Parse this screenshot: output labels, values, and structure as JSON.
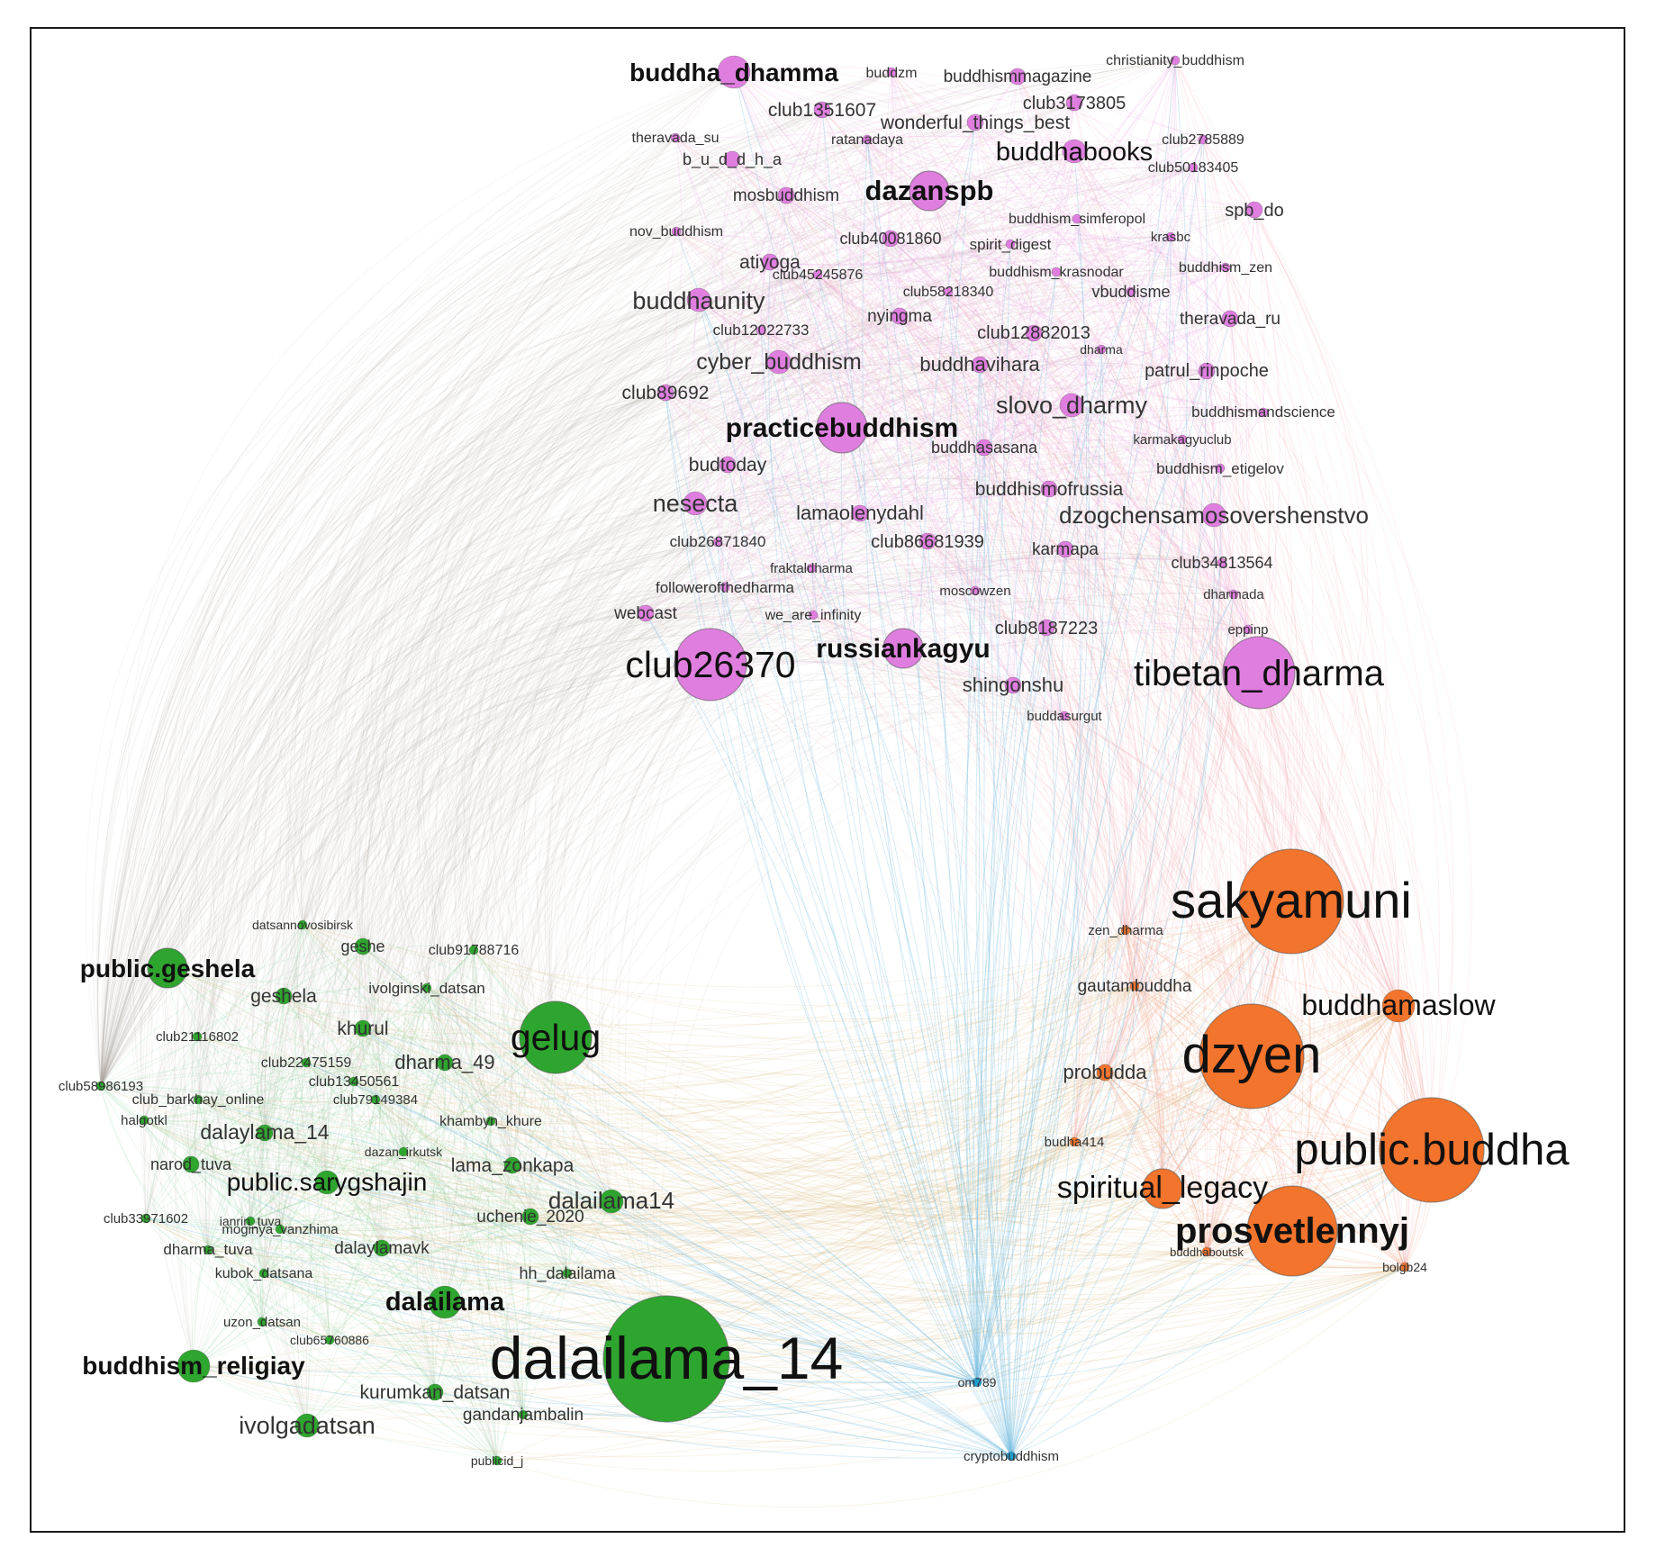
{
  "communities": {
    "purple": {
      "node": "#e07ee0",
      "edge": "#e8a6e6"
    },
    "grey": {
      "node": "#b9b3a8",
      "edge": "#b0aba0"
    },
    "green": {
      "node": "#2ea52e",
      "edge": "#7fcf8f"
    },
    "orange": {
      "node": "#f3742c",
      "edge": "#f2a07a"
    },
    "pink": {
      "edge": "#f49aa6"
    },
    "tan": {
      "edge": "#d9ba7e"
    },
    "blue": {
      "node": "#1f9fd0",
      "edge": "#7cc0e0"
    }
  },
  "nodes": [
    {
      "id": "buddha_dhamma",
      "c": "purple",
      "s": 4,
      "bold": true
    },
    {
      "id": "buddzm",
      "c": "purple",
      "s": 1
    },
    {
      "id": "buddhismmagazine",
      "c": "purple",
      "s": 2
    },
    {
      "id": "christianity_buddhism",
      "c": "purple",
      "s": 1
    },
    {
      "id": "club1351607",
      "c": "purple",
      "s": 2
    },
    {
      "id": "wonderful_things_best",
      "c": "purple",
      "s": 2
    },
    {
      "id": "club3173805",
      "c": "purple",
      "s": 2
    },
    {
      "id": "theravada_su",
      "c": "purple",
      "s": 1
    },
    {
      "id": "ratanadaya",
      "c": "purple",
      "s": 1
    },
    {
      "id": "club2785889",
      "c": "purple",
      "s": 1
    },
    {
      "id": "b_u_d_d_h_a",
      "c": "purple",
      "s": 2
    },
    {
      "id": "buddhabooks",
      "c": "purple",
      "s": 3
    },
    {
      "id": "club50183405",
      "c": "purple",
      "s": 1
    },
    {
      "id": "mosbuddhism",
      "c": "purple",
      "s": 2
    },
    {
      "id": "dazanspb",
      "c": "purple",
      "s": 5,
      "bold": true
    },
    {
      "id": "spb_do",
      "c": "purple",
      "s": 2
    },
    {
      "id": "nov_buddhism",
      "c": "purple",
      "s": 1
    },
    {
      "id": "club40081860",
      "c": "purple",
      "s": 2
    },
    {
      "id": "buddhism_simferopol",
      "c": "purple",
      "s": 1
    },
    {
      "id": "spirit_digest",
      "c": "purple",
      "s": 1
    },
    {
      "id": "krasbc",
      "c": "purple",
      "s": 1
    },
    {
      "id": "atiyoga",
      "c": "purple",
      "s": 2
    },
    {
      "id": "club45245876",
      "c": "purple",
      "s": 1
    },
    {
      "id": "buddhism_krasnodar",
      "c": "purple",
      "s": 1
    },
    {
      "id": "buddhism_zen",
      "c": "purple",
      "s": 1
    },
    {
      "id": "club58218340",
      "c": "purple",
      "s": 1
    },
    {
      "id": "vbuddisme",
      "c": "purple",
      "s": 1
    },
    {
      "id": "buddhaunity",
      "c": "purple",
      "s": 3
    },
    {
      "id": "nyingma",
      "c": "purple",
      "s": 2
    },
    {
      "id": "theravada_ru",
      "c": "purple",
      "s": 2
    },
    {
      "id": "club12022733",
      "c": "purple",
      "s": 1
    },
    {
      "id": "club12882013",
      "c": "purple",
      "s": 2
    },
    {
      "id": "dharma",
      "c": "purple",
      "s": 1
    },
    {
      "id": "cyber_buddhism",
      "c": "purple",
      "s": 3
    },
    {
      "id": "buddhavihara",
      "c": "purple",
      "s": 2
    },
    {
      "id": "patrul_rinpoche",
      "c": "purple",
      "s": 2
    },
    {
      "id": "club89692",
      "c": "purple",
      "s": 2
    },
    {
      "id": "slovo_dharmy",
      "c": "purple",
      "s": 3
    },
    {
      "id": "buddhismandscience",
      "c": "purple",
      "s": 1
    },
    {
      "id": "practicebuddhism",
      "c": "purple",
      "s": 6,
      "bold": true
    },
    {
      "id": "karmakagyuclub",
      "c": "purple",
      "s": 1
    },
    {
      "id": "buddhasasana",
      "c": "purple",
      "s": 2
    },
    {
      "id": "budtoday",
      "c": "purple",
      "s": 2
    },
    {
      "id": "buddhism_etigelov",
      "c": "purple",
      "s": 1
    },
    {
      "id": "buddhismofrussia",
      "c": "purple",
      "s": 2
    },
    {
      "id": "nesecta",
      "c": "purple",
      "s": 3
    },
    {
      "id": "lamaolenydahl",
      "c": "purple",
      "s": 2
    },
    {
      "id": "dzogchensamosovershenstvo",
      "c": "purple",
      "s": 3
    },
    {
      "id": "club26871840",
      "c": "purple",
      "s": 1
    },
    {
      "id": "club86681939",
      "c": "purple",
      "s": 2
    },
    {
      "id": "karmapa",
      "c": "purple",
      "s": 2
    },
    {
      "id": "club34813564",
      "c": "purple",
      "s": 1
    },
    {
      "id": "fraktaldharma",
      "c": "purple",
      "s": 1
    },
    {
      "id": "followerofthedharma",
      "c": "purple",
      "s": 1
    },
    {
      "id": "moscowzen",
      "c": "purple",
      "s": 1
    },
    {
      "id": "dharmada",
      "c": "purple",
      "s": 1
    },
    {
      "id": "webcast",
      "c": "purple",
      "s": 2
    },
    {
      "id": "we_are_infinity",
      "c": "purple",
      "s": 1
    },
    {
      "id": "club8187223",
      "c": "purple",
      "s": 2
    },
    {
      "id": "eppinp",
      "c": "purple",
      "s": 1
    },
    {
      "id": "club26370",
      "c": "purple",
      "s": 7
    },
    {
      "id": "russiankagyu",
      "c": "purple",
      "s": 5,
      "bold": true
    },
    {
      "id": "tibetan_dharma",
      "c": "purple",
      "s": 7
    },
    {
      "id": "shingonshu",
      "c": "purple",
      "s": 2
    },
    {
      "id": "buddasurgut",
      "c": "purple",
      "s": 1
    },
    {
      "id": "sakyamuni",
      "c": "orange",
      "s": 9
    },
    {
      "id": "zen_dharma",
      "c": "orange",
      "s": 1
    },
    {
      "id": "gautambuddha",
      "c": "orange",
      "s": 1
    },
    {
      "id": "buddhamaslow",
      "c": "orange",
      "s": 4
    },
    {
      "id": "dzyen",
      "c": "orange",
      "s": 9
    },
    {
      "id": "probudda",
      "c": "orange",
      "s": 2
    },
    {
      "id": "public.buddha",
      "c": "orange",
      "s": 9
    },
    {
      "id": "budha414",
      "c": "orange",
      "s": 1
    },
    {
      "id": "spiritual_legacy",
      "c": "orange",
      "s": 5
    },
    {
      "id": "prosvetlennyj",
      "c": "orange",
      "s": 8,
      "bold": true
    },
    {
      "id": "buddhaboutsk",
      "c": "orange",
      "s": 1
    },
    {
      "id": "bolgb24",
      "c": "orange",
      "s": 1
    },
    {
      "id": "datsannovosibirsk",
      "c": "green",
      "s": 1
    },
    {
      "id": "geshe",
      "c": "green",
      "s": 2
    },
    {
      "id": "club91788716",
      "c": "green",
      "s": 1
    },
    {
      "id": "public.geshela",
      "c": "green",
      "s": 5,
      "bold": true
    },
    {
      "id": "ivolginski_datsan",
      "c": "green",
      "s": 1
    },
    {
      "id": "geshela",
      "c": "green",
      "s": 2
    },
    {
      "id": "khurul",
      "c": "green",
      "s": 2
    },
    {
      "id": "gelug",
      "c": "green",
      "s": 7
    },
    {
      "id": "club21116802",
      "c": "green",
      "s": 1
    },
    {
      "id": "club22475159",
      "c": "green",
      "s": 1
    },
    {
      "id": "dharma_49",
      "c": "green",
      "s": 2
    },
    {
      "id": "club58986193",
      "c": "green",
      "s": 1
    },
    {
      "id": "club13450561",
      "c": "green",
      "s": 1
    },
    {
      "id": "club_barkhay_online",
      "c": "green",
      "s": 1
    },
    {
      "id": "club79149384",
      "c": "green",
      "s": 1
    },
    {
      "id": "halgotkl",
      "c": "green",
      "s": 1
    },
    {
      "id": "khambyn_khure",
      "c": "green",
      "s": 1
    },
    {
      "id": "dalaylama_14",
      "c": "green",
      "s": 2
    },
    {
      "id": "dazan_irkutsk",
      "c": "green",
      "s": 1
    },
    {
      "id": "narod_tuva",
      "c": "green",
      "s": 2
    },
    {
      "id": "lama_zonkapa",
      "c": "green",
      "s": 2
    },
    {
      "id": "public.sarygshajin",
      "c": "green",
      "s": 3
    },
    {
      "id": "dalailama14",
      "c": "green",
      "s": 3
    },
    {
      "id": "ianrin_tuva",
      "c": "green",
      "s": 1
    },
    {
      "id": "club33971602",
      "c": "green",
      "s": 1
    },
    {
      "id": "uchenie_2020",
      "c": "green",
      "s": 2
    },
    {
      "id": "moginya_vanzhima",
      "c": "green",
      "s": 1
    },
    {
      "id": "dalaylamavk",
      "c": "green",
      "s": 2
    },
    {
      "id": "dharma_tuva",
      "c": "green",
      "s": 1
    },
    {
      "id": "hh_dalailama",
      "c": "green",
      "s": 1
    },
    {
      "id": "kubok_datsana",
      "c": "green",
      "s": 1
    },
    {
      "id": "dalailama",
      "c": "green",
      "s": 4,
      "bold": true
    },
    {
      "id": "uzon_datsan",
      "c": "green",
      "s": 1
    },
    {
      "id": "club65760886",
      "c": "green",
      "s": 1
    },
    {
      "id": "dalailama_14",
      "c": "green",
      "s": 10
    },
    {
      "id": "buddhism_religiay",
      "c": "green",
      "s": 4,
      "bold": true
    },
    {
      "id": "kurumkan_datsan",
      "c": "green",
      "s": 2
    },
    {
      "id": "gandanjambalin",
      "c": "green",
      "s": 1
    },
    {
      "id": "ivolgadatsan",
      "c": "green",
      "s": 3
    },
    {
      "id": "publicid_j",
      "c": "green",
      "s": 1
    },
    {
      "id": "om789",
      "c": "blue",
      "s": 1
    },
    {
      "id": "cryptobuddhism",
      "c": "blue",
      "s": 1
    }
  ]
}
